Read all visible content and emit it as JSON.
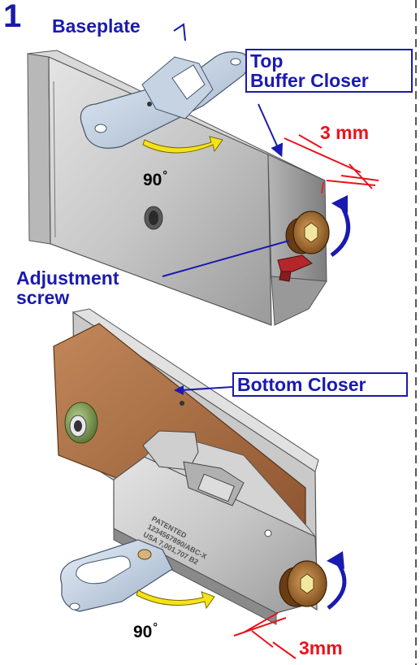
{
  "step": "1",
  "top_view": {
    "baseplate_label": "Baseplate",
    "closer_label_line1": "Top",
    "closer_label_line2": "Buffer Closer",
    "gap_label": "3 mm",
    "rotation_label": "90",
    "adjustment_label_line1": "Adjustment",
    "adjustment_label_line2": "screw"
  },
  "bottom_view": {
    "closer_label": "Bottom Closer",
    "rotation_label": "90",
    "gap_label": "3mm",
    "stamp_line1": "PATENTED",
    "stamp_line2": "1234567890/ABC-X",
    "stamp_line3": "USA 7,001,707 B2"
  },
  "colors": {
    "label_blue": "#1a1ab0",
    "dimension_red": "#e8141e",
    "arrow_yellow": "#f5e31a",
    "bronze": "#a8692a",
    "wood": "#a8683f",
    "metal_gray": "#c8c8c8"
  }
}
